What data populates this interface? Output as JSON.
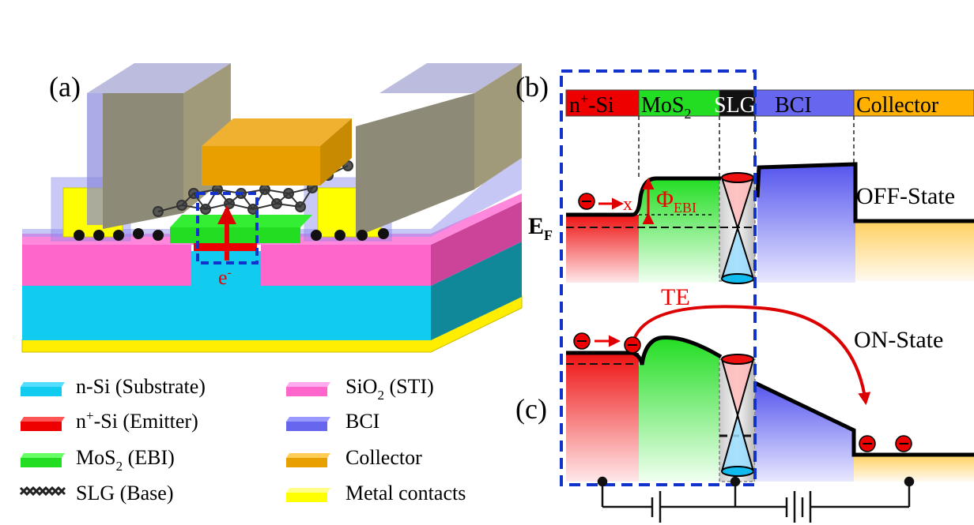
{
  "panels": {
    "a": "(a)",
    "b": "(b)",
    "c": "(c)"
  },
  "device": {
    "electron_label": "e",
    "electron_sup": "-"
  },
  "legend": {
    "substrate": "n-Si (Substrate)",
    "emitter_pre": "n",
    "emitter_sup": "+",
    "emitter_post": "-Si (Emitter)",
    "ebi_pre": "MoS",
    "ebi_sub": "2",
    "ebi_post": " (EBI)",
    "base": "SLG (Base)",
    "sti_pre": "SiO",
    "sti_sub": "2",
    "sti_post": " (STI)",
    "bci": "BCI",
    "collector": "Collector",
    "metal": "Metal contacts"
  },
  "band": {
    "header_nsi_pre": "n",
    "header_nsi_sup": "+",
    "header_nsi_post": "-Si",
    "header_mos2_pre": "MoS",
    "header_mos2_sub": "2",
    "header_slg": "SLG",
    "header_bci": "BCI",
    "header_collector": "Collector",
    "ef_main": "E",
    "ef_sub": "F",
    "phi_main": "Φ",
    "phi_sub": "EBI",
    "off_state": "OFF-State",
    "on_state": "ON-State",
    "te": "TE"
  },
  "colors": {
    "nsi": "#ee0000",
    "mos2": "#22dd22",
    "slg": "#111111",
    "bci": "#6666ee",
    "collector": "#ffb000",
    "substrate": "#11ccee",
    "sio2": "#ff66cc",
    "metal": "#ffff00",
    "dashed_box": "#1133cc",
    "arrow_red": "#dd0000"
  }
}
